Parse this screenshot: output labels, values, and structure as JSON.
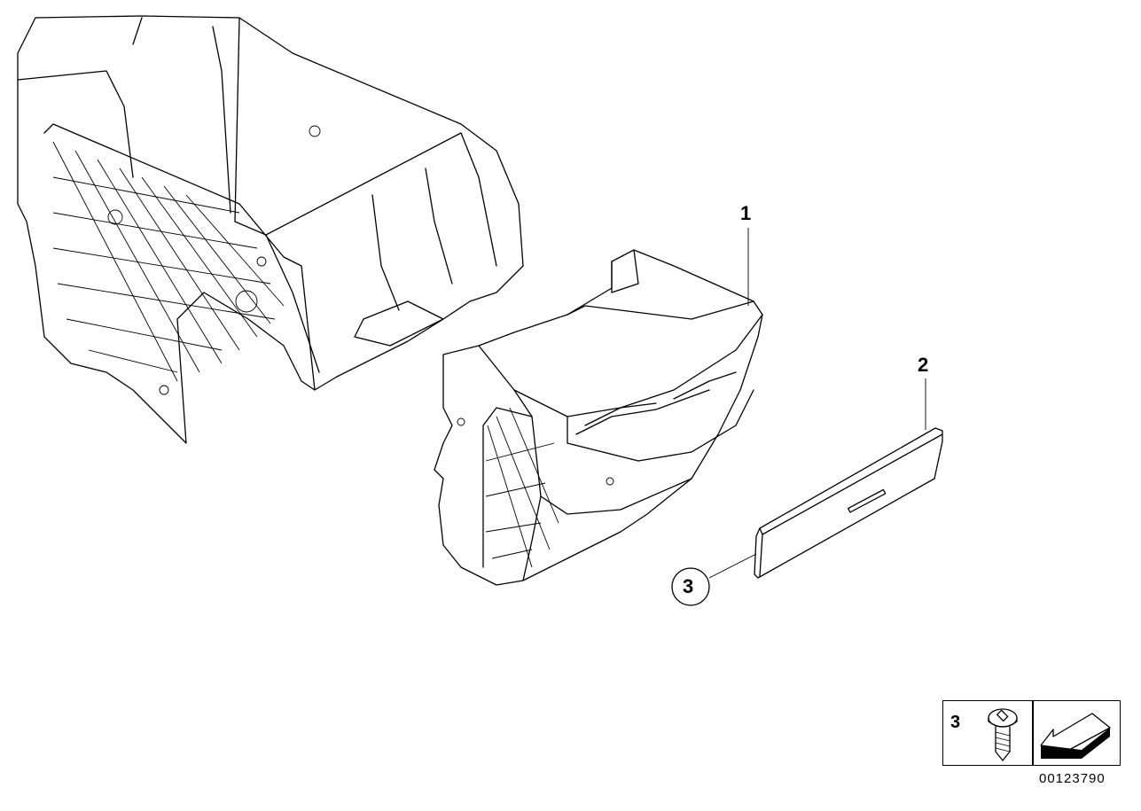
{
  "diagram": {
    "callouts": [
      {
        "id": "1",
        "label": "1"
      },
      {
        "id": "2",
        "label": "2"
      },
      {
        "id": "3",
        "label": "3"
      }
    ],
    "legend": {
      "part_number": "3",
      "screw_icon": "screw-icon",
      "arrow_icon": "arrow-icon"
    },
    "document_number": "00123790"
  }
}
